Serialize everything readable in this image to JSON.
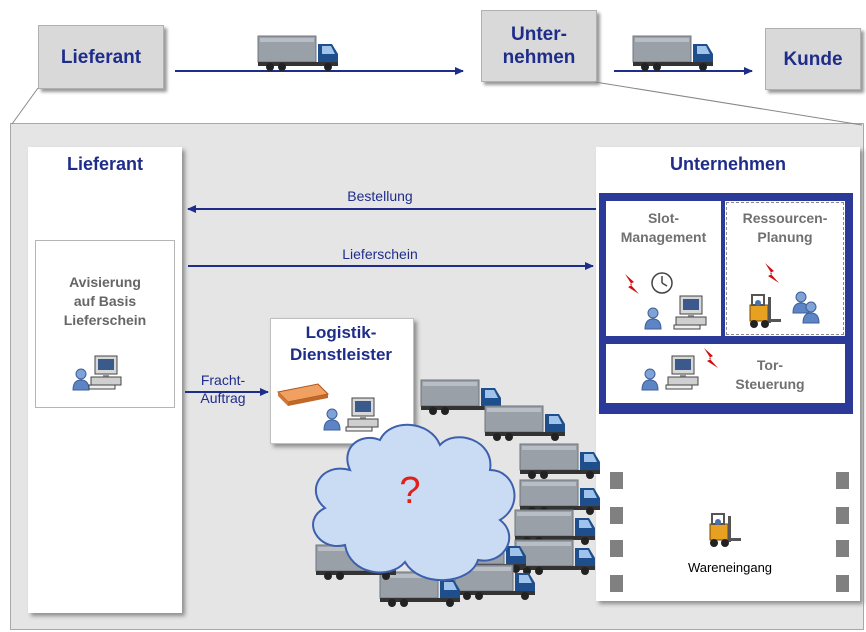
{
  "top": {
    "supplier": "Lieferant",
    "company_line1": "Unter-",
    "company_line2": "nehmen",
    "customer": "Kunde"
  },
  "supplier_col": {
    "title": "Lieferant",
    "box_line1": "Avisierung",
    "box_line2": "auf Basis",
    "box_line3": "Lieferschein"
  },
  "arrows": {
    "order": "Bestellung",
    "delivery_note": "Lieferschein",
    "freight_line1": "Fracht-",
    "freight_line2": "Auftrag"
  },
  "logistics": {
    "line1": "Logistik-",
    "line2": "Dienstleister"
  },
  "cloud": {
    "mark": "?"
  },
  "company_col": {
    "title": "Unternehmen",
    "slot_line1": "Slot-",
    "slot_line2": "Management",
    "resource_line1": "Ressourcen-",
    "resource_line2": "Planung",
    "gate_line1": "Tor-",
    "gate_line2": "Steuerung",
    "goods_in": "Wareneingang"
  },
  "colors": {
    "navy": "#1f2d8a",
    "panel_grey": "#e5e5e5",
    "truck_blue": "#1f4e8c",
    "cloud_blue": "#c9dcf4",
    "question_red": "#e0201b",
    "lightning_red": "#d01010"
  }
}
